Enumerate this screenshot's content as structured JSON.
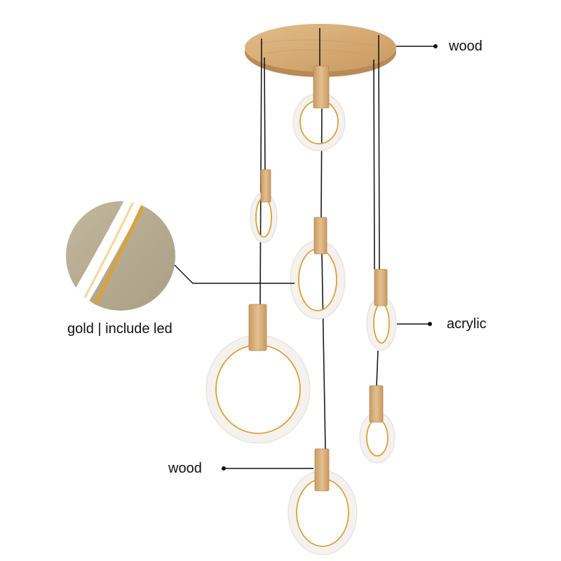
{
  "labels": {
    "wood_top": "wood",
    "acrylic": "acrylic",
    "wood_bottom": "wood",
    "gold_led": "gold | include led"
  },
  "colors": {
    "background": "#ffffff",
    "wood": "#d9b07e",
    "wood_dark": "#c4955f",
    "acrylic": "#f4f1ee",
    "gold": "#d9a23a",
    "cable": "#1a1a1a",
    "swatch": "#b7ac93"
  }
}
